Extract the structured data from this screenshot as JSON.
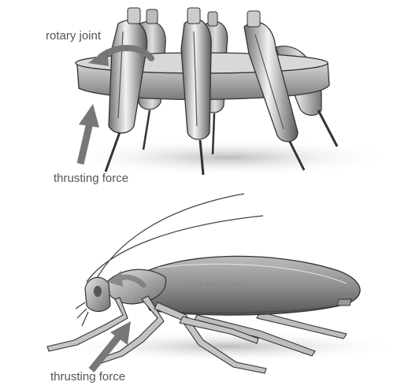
{
  "labels": {
    "top_rotary_joint": "rotary joint",
    "top_thrusting_force": "thrusting force",
    "bottom_rotary_joint": "rotary joint",
    "bottom_thrusting_force": "thrusting force"
  },
  "colors": {
    "arrow": "#777777",
    "outline": "#333333",
    "body_fill": "#9a9a9a",
    "shadow": "#cfcfcf"
  }
}
